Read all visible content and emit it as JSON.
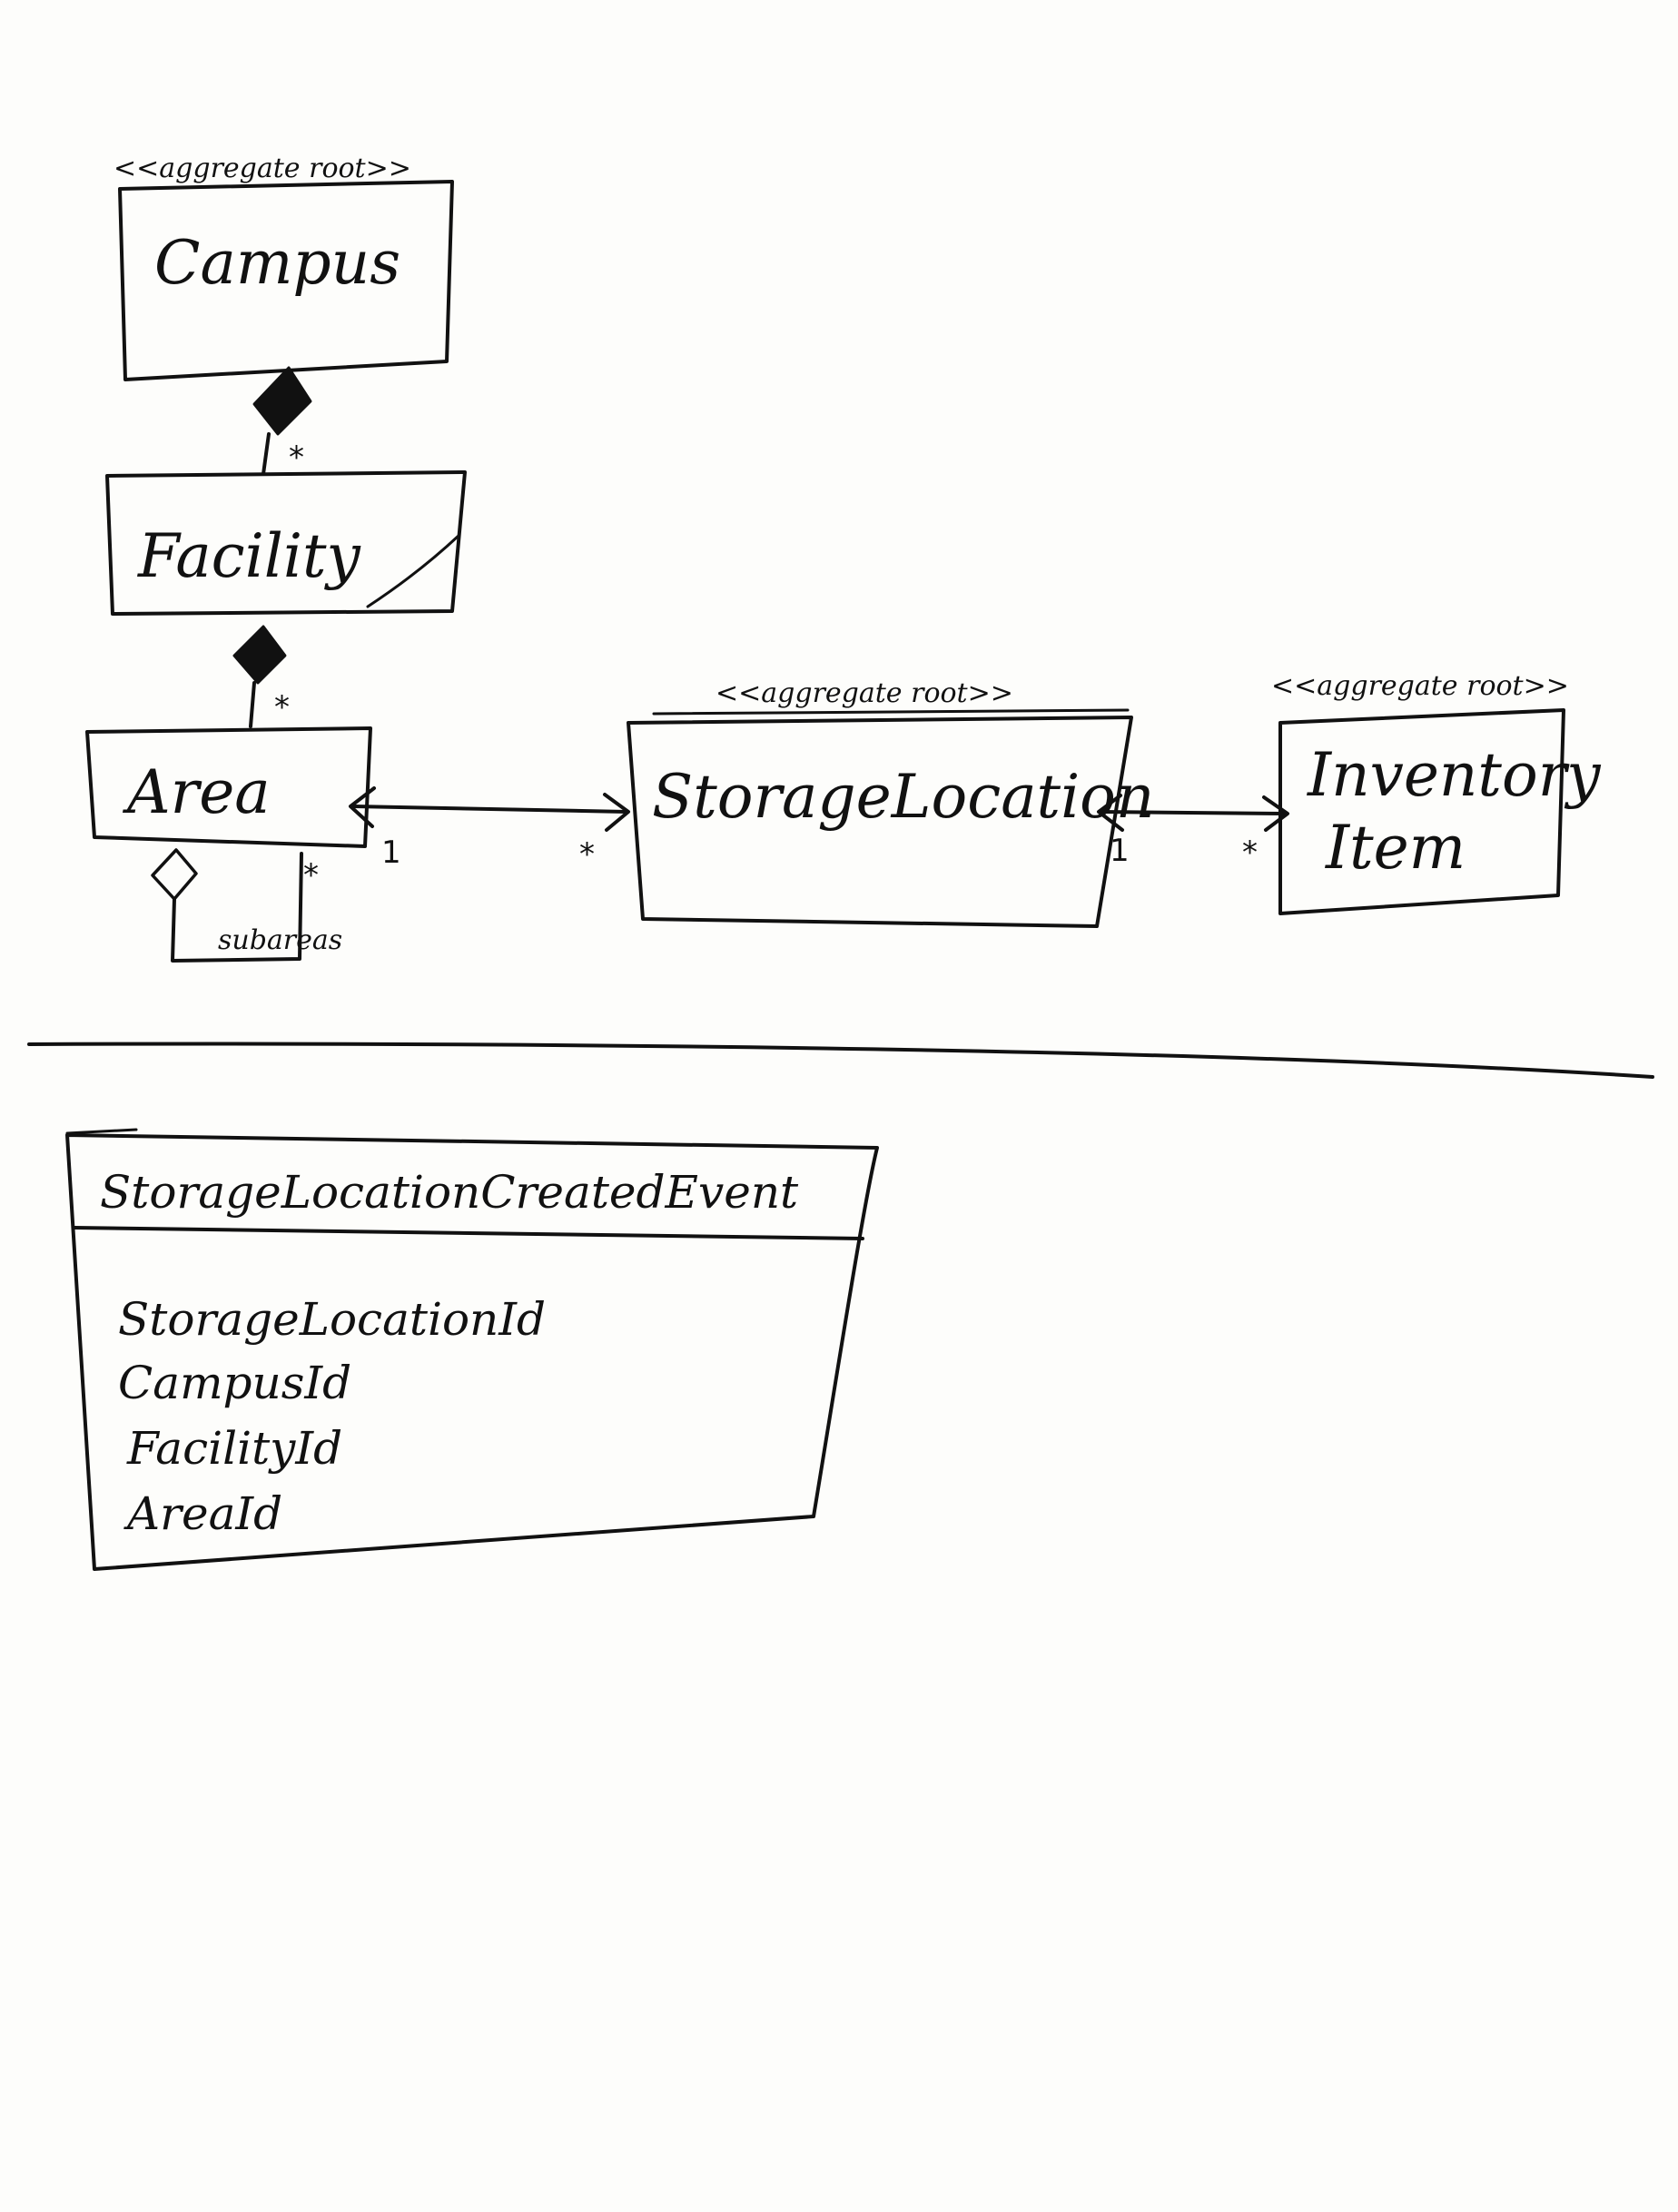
{
  "classes": {
    "campus": {
      "stereotype": "<<aggregate root>>",
      "name": "Campus"
    },
    "facility": {
      "name": "Facility"
    },
    "area": {
      "name": "Area"
    },
    "storage_location": {
      "stereotype": "<<aggregate root>>",
      "name": "StorageLocation"
    },
    "inventory_item": {
      "stereotype": "<<aggregate root>>",
      "name_line1": "Inventory",
      "name_line2": "Item"
    }
  },
  "associations": {
    "campus_facility": {
      "target_mult": "*"
    },
    "facility_area": {
      "target_mult": "*"
    },
    "area_subareas": {
      "mult": "*",
      "role": "subareas"
    },
    "area_storage": {
      "area_mult": "1",
      "storage_mult": "*"
    },
    "storage_inventory": {
      "storage_mult": "1",
      "inventory_mult": "*"
    }
  },
  "event": {
    "title": "StorageLocationCreatedEvent",
    "attributes": [
      "StorageLocationId",
      "CampusId",
      "FacilityId",
      "AreaId"
    ]
  }
}
